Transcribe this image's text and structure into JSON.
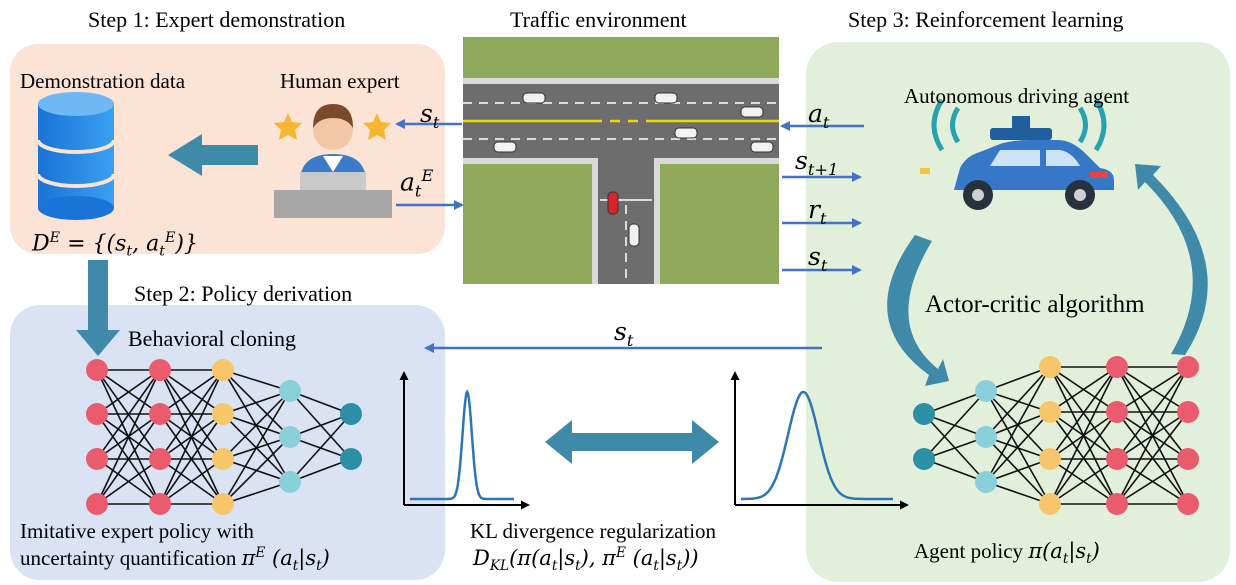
{
  "titles": {
    "step1": "Step 1: Expert demonstration",
    "step2": "Step 2: Policy derivation",
    "step3": "Step 3: Reinforcement learning",
    "env": "Traffic environment"
  },
  "step1": {
    "demo_data": "Demonstration data",
    "human_expert": "Human expert",
    "dataset_formula": "D^E = {(s_t, a_t^E)}"
  },
  "step2": {
    "behavioral_cloning": "Behavioral cloning",
    "policy_line1": "Imitative expert policy with",
    "policy_line2": "uncertainty quantification π^E (a_t|s_t)"
  },
  "step3": {
    "agent_label": "Autonomous driving agent",
    "algorithm": "Actor-critic algorithm",
    "agent_policy": "Agent policy π(a_t|s_t)"
  },
  "kl": {
    "line1": "KL divergence regularization",
    "line2": "D_KL(π(a_t|s_t), π^E (a_t|s_t))"
  },
  "arrow_labels": {
    "s_to_expert": "s_t",
    "expert_action": "a_t^E",
    "agent_action": "a_t",
    "next_state": "s_{t+1}",
    "reward": "r_t",
    "state_to_agent": "s_t",
    "state_to_cloning": "s_t"
  },
  "colors": {
    "expert_panel": "#fbe3d6",
    "policy_panel": "#dae3f3",
    "rl_panel": "#e2efda",
    "arrow_blue": "#4472c4",
    "big_arrow": "#3e8aa8",
    "node_red": "#eb5b6e",
    "node_orange": "#f7c56a",
    "node_cyan": "#8ad0db",
    "node_teal": "#2c8fa5",
    "road": "#6d6d6d",
    "grass": "#8fa95c"
  }
}
